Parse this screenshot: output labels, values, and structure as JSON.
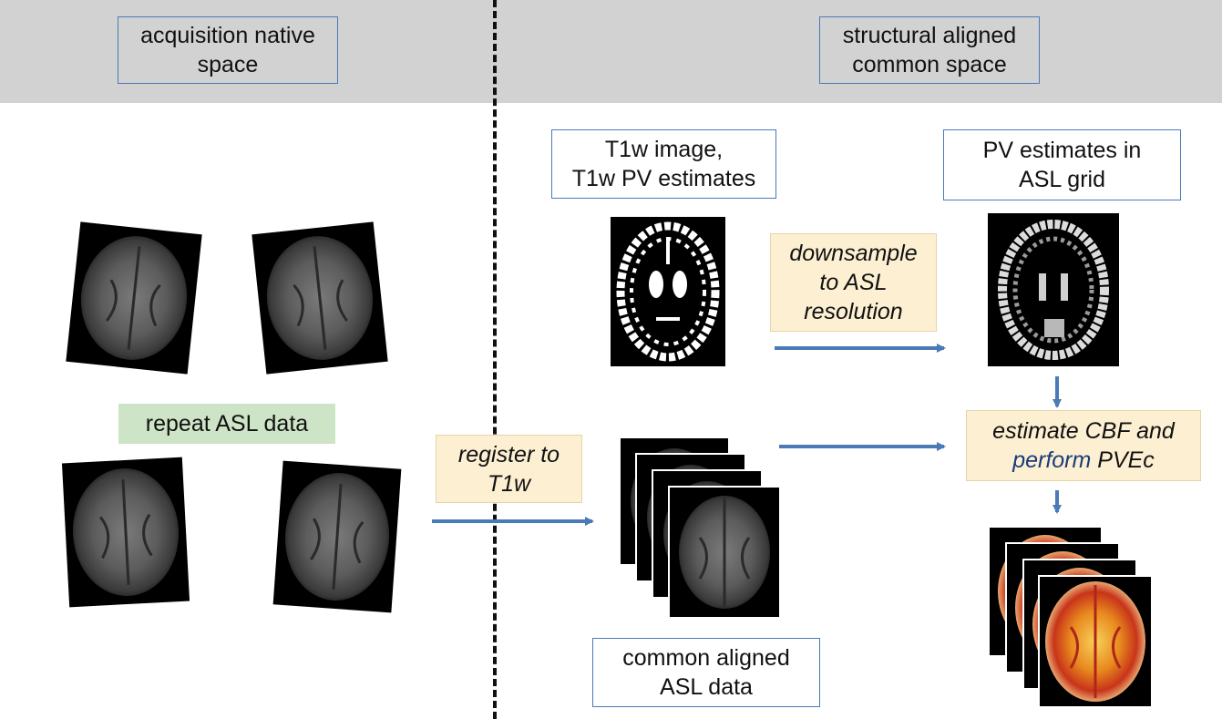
{
  "headers": {
    "left": "acquisition native\nspace",
    "right": "structural aligned\ncommon space"
  },
  "labels": {
    "t1w": "T1w image,\nT1w PV estimates",
    "pv_asl": "PV estimates in\nASL grid",
    "downsample": "downsample\nto ASL\nresolution",
    "repeat": "repeat ASL data",
    "register": "register to\nT1w",
    "estimate_line1": "estimate CBF and",
    "estimate_word_blue": "perform",
    "estimate_word_rest": " PVEc",
    "common": "common aligned\nASL data"
  },
  "colors": {
    "header_band": "#d2d2d2",
    "box_border": "#4a7ab8",
    "arrow": "#4a7ab8",
    "green_box": "#cde4c6",
    "yellow_box": "#fdf0d2"
  }
}
